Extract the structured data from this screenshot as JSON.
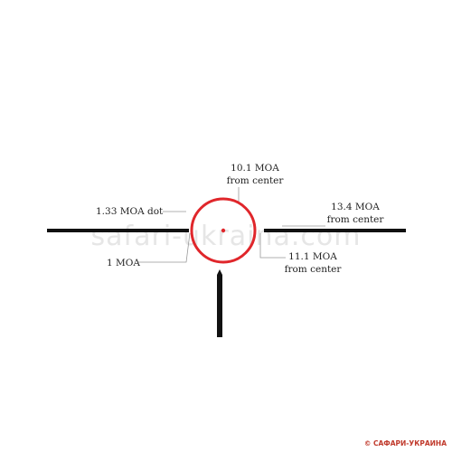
{
  "reticle": {
    "dot_label": "1.33 MOA dot",
    "ring_label": "1 MOA",
    "top_label_line1": "10.1 MOA",
    "top_label_line2": "from center",
    "right_label_line1": "13.4 MOA",
    "right_label_line2": "from center",
    "lower_label_line1": "11.1 MOA",
    "lower_label_line2": "from center"
  },
  "watermark": "safari-ukraina.com",
  "copyright": "© САФАРИ-УКРАИНА",
  "colors": {
    "reticle_line": "#111111",
    "ring": "#e0262b",
    "dot": "#e0262b",
    "leader": "#999999",
    "copyright": "#c0392b"
  }
}
